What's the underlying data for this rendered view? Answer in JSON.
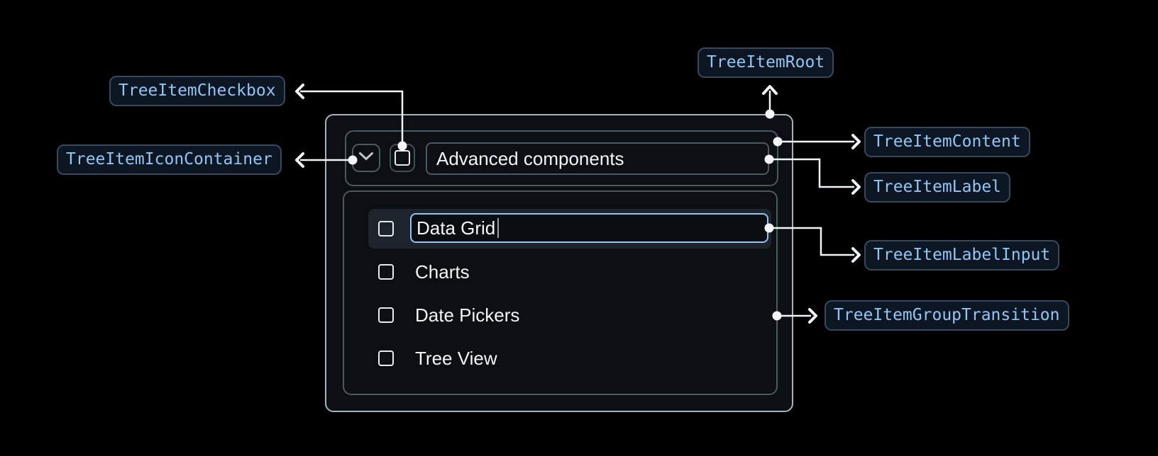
{
  "annotations": {
    "tree_item_root": "TreeItemRoot",
    "tree_item_checkbox": "TreeItemCheckbox",
    "tree_item_icon_container": "TreeItemIconContainer",
    "tree_item_content": "TreeItemContent",
    "tree_item_label": "TreeItemLabel",
    "tree_item_label_input": "TreeItemLabelInput",
    "tree_item_group_transition": "TreeItemGroupTransition"
  },
  "tree": {
    "parent": {
      "label": "Advanced components",
      "expanded": true,
      "checked": false
    },
    "children": [
      {
        "label": "Data Grid",
        "editing": true,
        "checked": false
      },
      {
        "label": "Charts",
        "checked": false
      },
      {
        "label": "Date Pickers",
        "checked": false
      },
      {
        "label": "Tree View",
        "checked": false
      }
    ]
  },
  "icons": {
    "expand": "chevron-down",
    "checkbox": "checkbox-unchecked-square",
    "connector_end": "arrow-chevron",
    "connector_anchor": "dot"
  },
  "colors": {
    "background": "#000000",
    "surface": "#0c0f14",
    "chip_background": "#0d1724",
    "chip_border": "#36495e",
    "chip_text": "#92c5f2",
    "outline_strong": "#a8b1bb",
    "outline_soft": "#4e5863",
    "focus_ring": "#92c5f1",
    "connector": "#f2f5f8",
    "text_primary": "#f2f4f6",
    "row_highlight": "#1d242c"
  }
}
